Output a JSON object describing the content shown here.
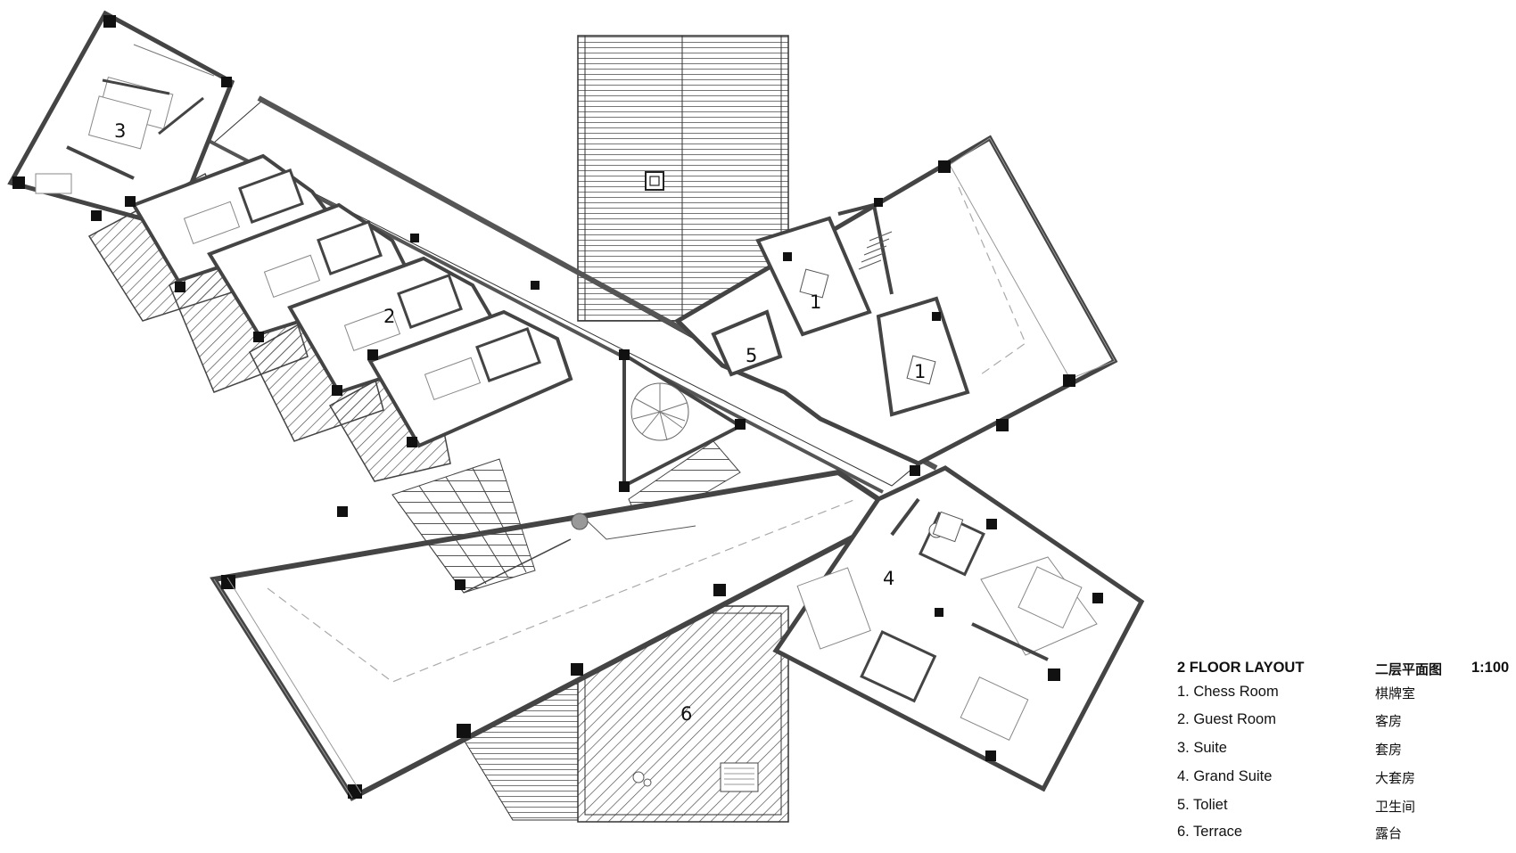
{
  "legend": {
    "title": "2 FLOOR LAYOUT",
    "title_zh": "二层平面图",
    "scale": "1:100",
    "items": [
      {
        "label": "1.  Chess Room",
        "label_zh": "棋牌室"
      },
      {
        "label": "2. Guest Room",
        "label_zh": "客房"
      },
      {
        "label": "3.  Suite",
        "label_zh": "套房"
      },
      {
        "label": "4.  Grand Suite",
        "label_zh": "大套房"
      },
      {
        "label": "5.  Toliet",
        "label_zh": "卫生间"
      },
      {
        "label": "6.  Terrace",
        "label_zh": "露台"
      }
    ]
  },
  "room_labels": {
    "suite": "3",
    "guest_room": "2",
    "chess_room_a": "1",
    "chess_room_b": "1",
    "toilet": "5",
    "grand_suite": "4",
    "terrace": "6"
  },
  "colors": {
    "wall": "#555555",
    "column": "#111111",
    "line": "#333333",
    "hatch": "#444444",
    "dashed": "#aaaaaa"
  }
}
